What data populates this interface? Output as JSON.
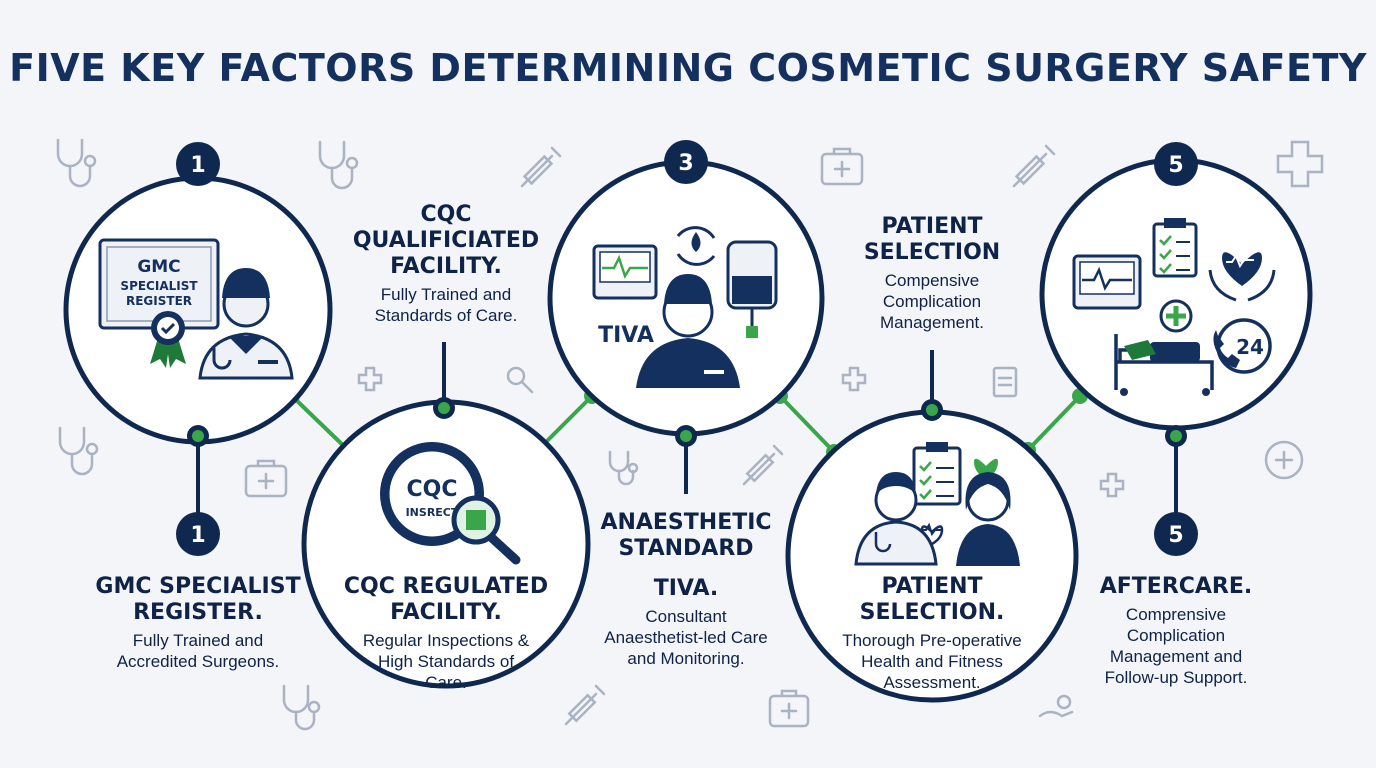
{
  "title": "FIVE KEY FACTORS DETERMINING COSMETIC SURGERY SAFETY",
  "colors": {
    "navy": "#14305e",
    "green": "#3aa64a",
    "background": "#f3f5f8",
    "light_icon": "#a9b3c2"
  },
  "factors": [
    {
      "top_badge": "1",
      "bottom_badge": "1",
      "certificate_line1": "GMC",
      "certificate_line2": "SPECIALIST",
      "certificate_line3": "REGISTER",
      "heading_line1": "GMC SPECIALIST",
      "heading_line2": "REGISTER.",
      "body_line1": "Fully Trained and",
      "body_line2": "Accredited Surgeons."
    },
    {
      "heading_line1": "CQC",
      "heading_line2": "QUALIFICIATED",
      "heading_line3": "FACILITY.",
      "body_line1": "Fully Trained and",
      "body_line2": "Standards of Care.",
      "seal_text": "CQC",
      "seal_sub": "INSRECT",
      "lower_heading_line1": "CQC REGULATED",
      "lower_heading_line2": "FACILITY.",
      "lower_body_line1": "Regular Inspections &",
      "lower_body_line2": "High Standards of",
      "lower_body_line3": "Care."
    },
    {
      "top_badge": "3",
      "image_label": "TIVA",
      "heading_line1": "ANAESTHETIC",
      "heading_line2": "STANDARD",
      "subheading": "TIVA.",
      "body_line1": "Consultant",
      "body_line2": "Anaesthetist-led Care",
      "body_line3": "and Monitoring."
    },
    {
      "heading_line1": "PATIENT",
      "heading_line2": "SELECTION",
      "body_line1": "Compensive",
      "body_line2": "Complication",
      "body_line3": "Management.",
      "lower_heading_line1": "PATIENT",
      "lower_heading_line2": "SELECTION.",
      "lower_body_line1": "Thorough Pre-operative",
      "lower_body_line2": "Health and Fitness",
      "lower_body_line3": "Assessment."
    },
    {
      "top_badge": "5",
      "bottom_badge": "5",
      "clock_label": "24",
      "heading_line1": "AFTERCARE.",
      "body_line1": "Comprensive",
      "body_line2": "Complication",
      "body_line3": "Management and",
      "body_line4": "Follow-up Support."
    }
  ]
}
